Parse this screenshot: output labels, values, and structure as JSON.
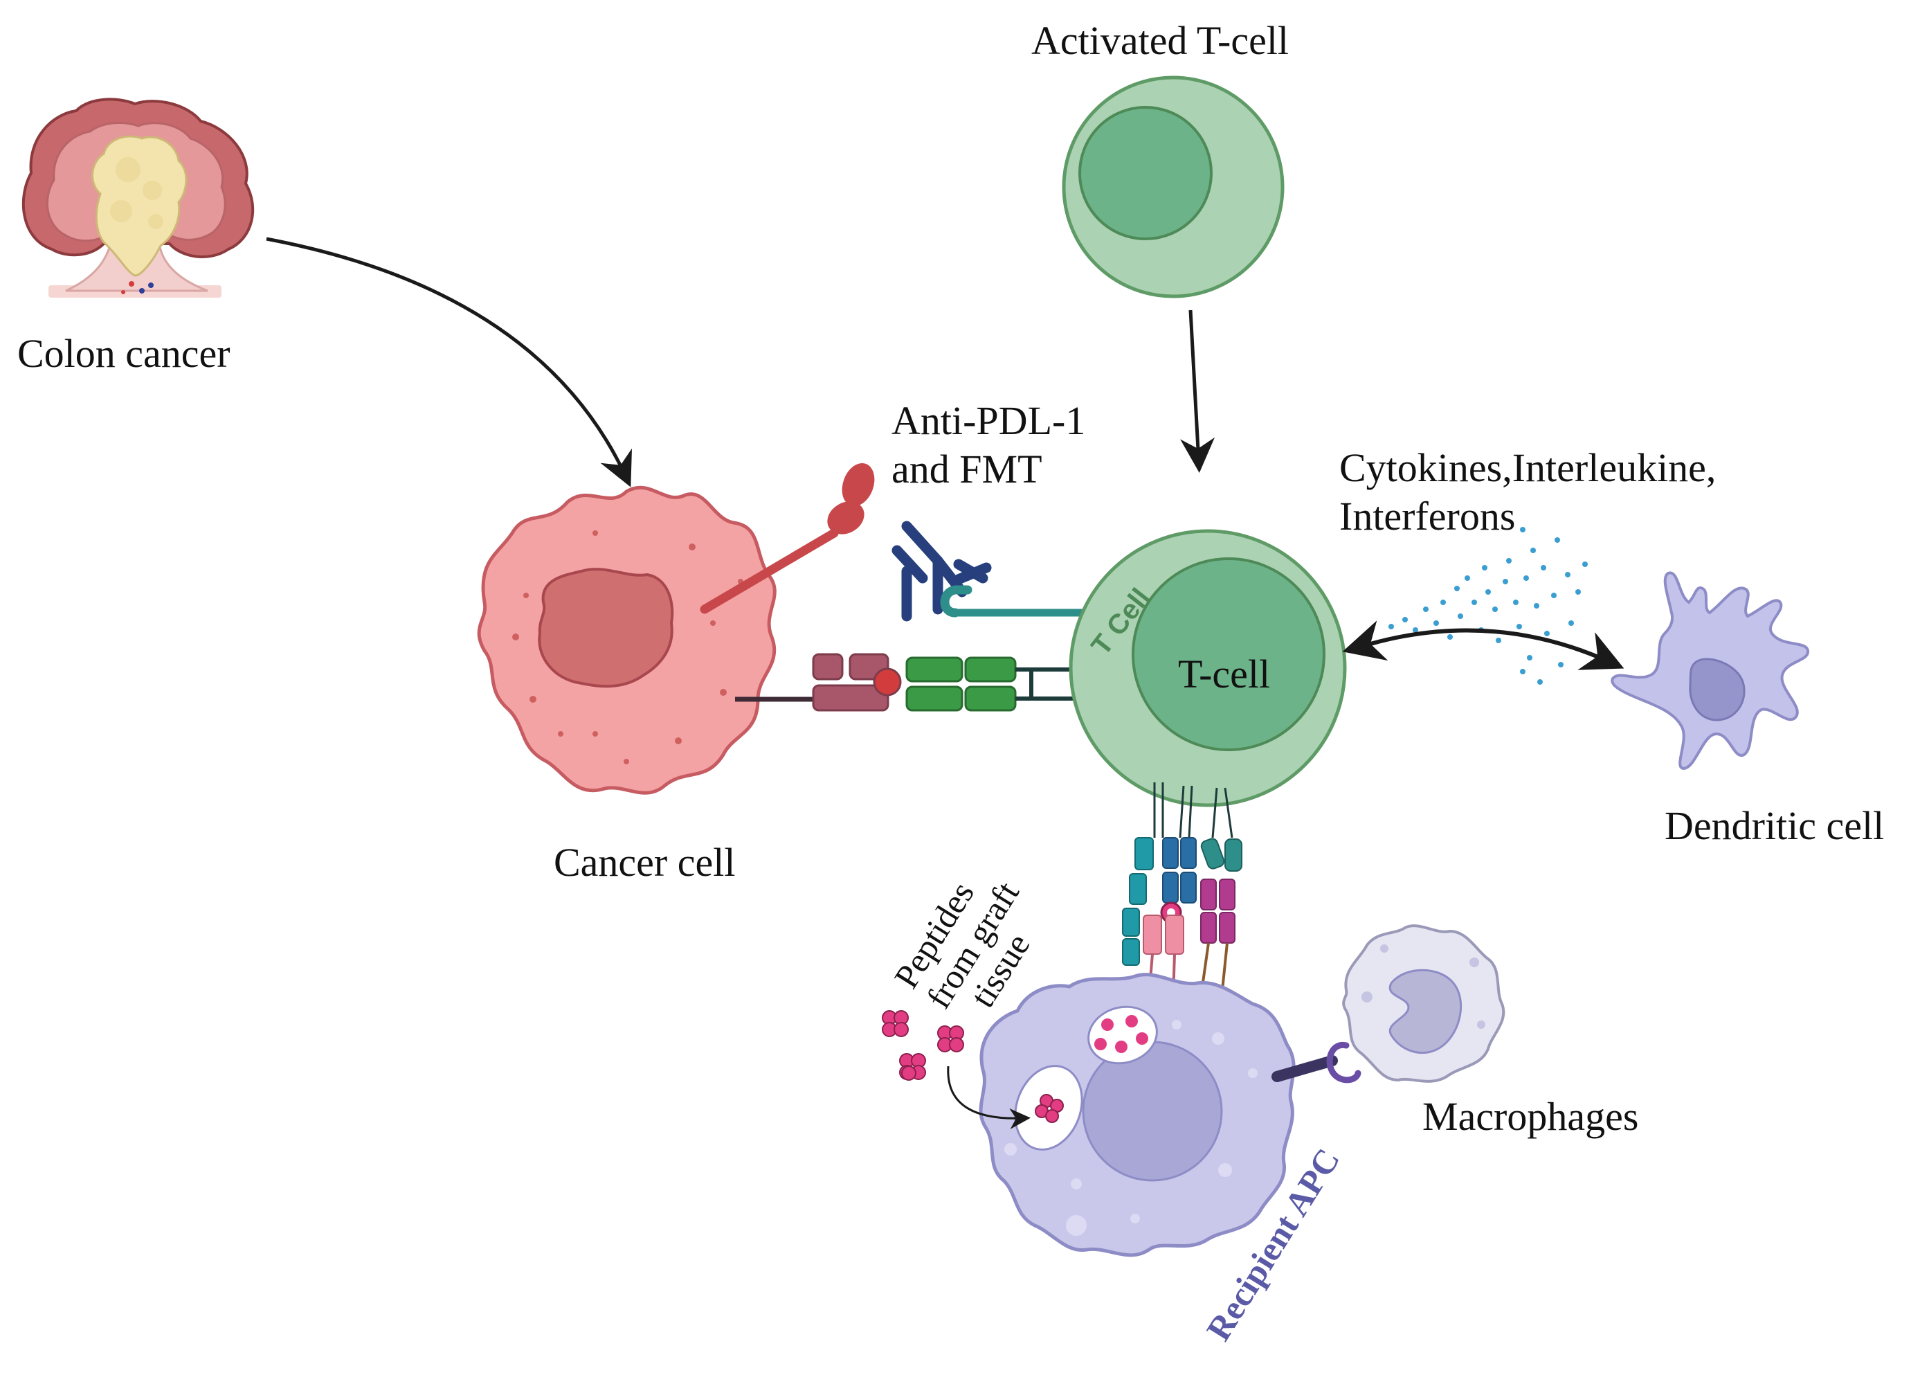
{
  "labels": {
    "colon_cancer": "Colon cancer",
    "activated_tcell": "Activated T-cell",
    "anti_pdl1_line1": "Anti-PDL-1",
    "anti_pdl1_line2": "and FMT",
    "cytokines_line1": "Cytokines,Interleukine,",
    "cytokines_line2": "Interferons",
    "cancer_cell": "Cancer cell",
    "tcell_inner": "T-cell",
    "tcell_curved": "T Cell",
    "dendritic_cell": "Dendritic cell",
    "peptides_line1": "Peptides",
    "peptides_line2": "from graft",
    "peptides_line3": "tissue",
    "macrophages": "Macrophages",
    "recipient_apc": "Recipient APC"
  },
  "colors": {
    "tcell_fill": "#abd3b3",
    "tcell_stroke": "#5f9b66",
    "tcell_nucleus": "#6db389",
    "cancer_fill": "#f4a3a4",
    "cancer_nucleus": "#cf6f6f",
    "apc_fill": "#c9c8ea",
    "apc_nucleus": "#a9a7d6",
    "dendritic_fill": "#c2c2ea",
    "peptide": "#e23d83",
    "antibody": "#27407d",
    "receptor_green": "#3a9a45",
    "ligand_mauve": "#a8566a",
    "apc_label": "#5a5aa6",
    "tcell_curved_label": "#4e8a57",
    "cytokine_dots": "#3a9ed0"
  }
}
